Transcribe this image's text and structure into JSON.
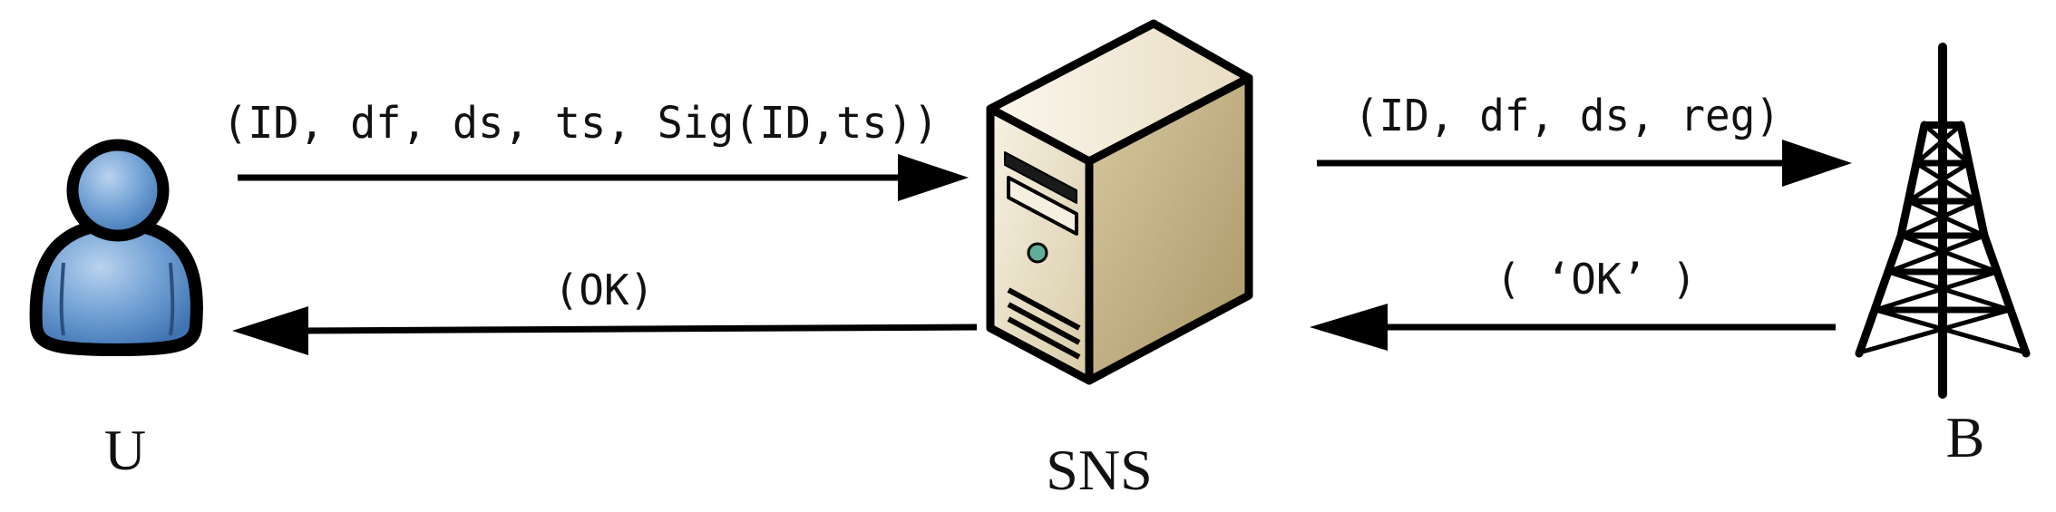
{
  "nodes": {
    "user": "U",
    "server": "SNS",
    "tower": "B"
  },
  "messages": {
    "u_to_sns": "(ID, df, ds, ts, Sig(ID,ts))",
    "sns_to_u": "(OK)",
    "sns_to_b": "(ID, df, ds, reg)",
    "b_to_sns": "( ‘OK’ )"
  }
}
